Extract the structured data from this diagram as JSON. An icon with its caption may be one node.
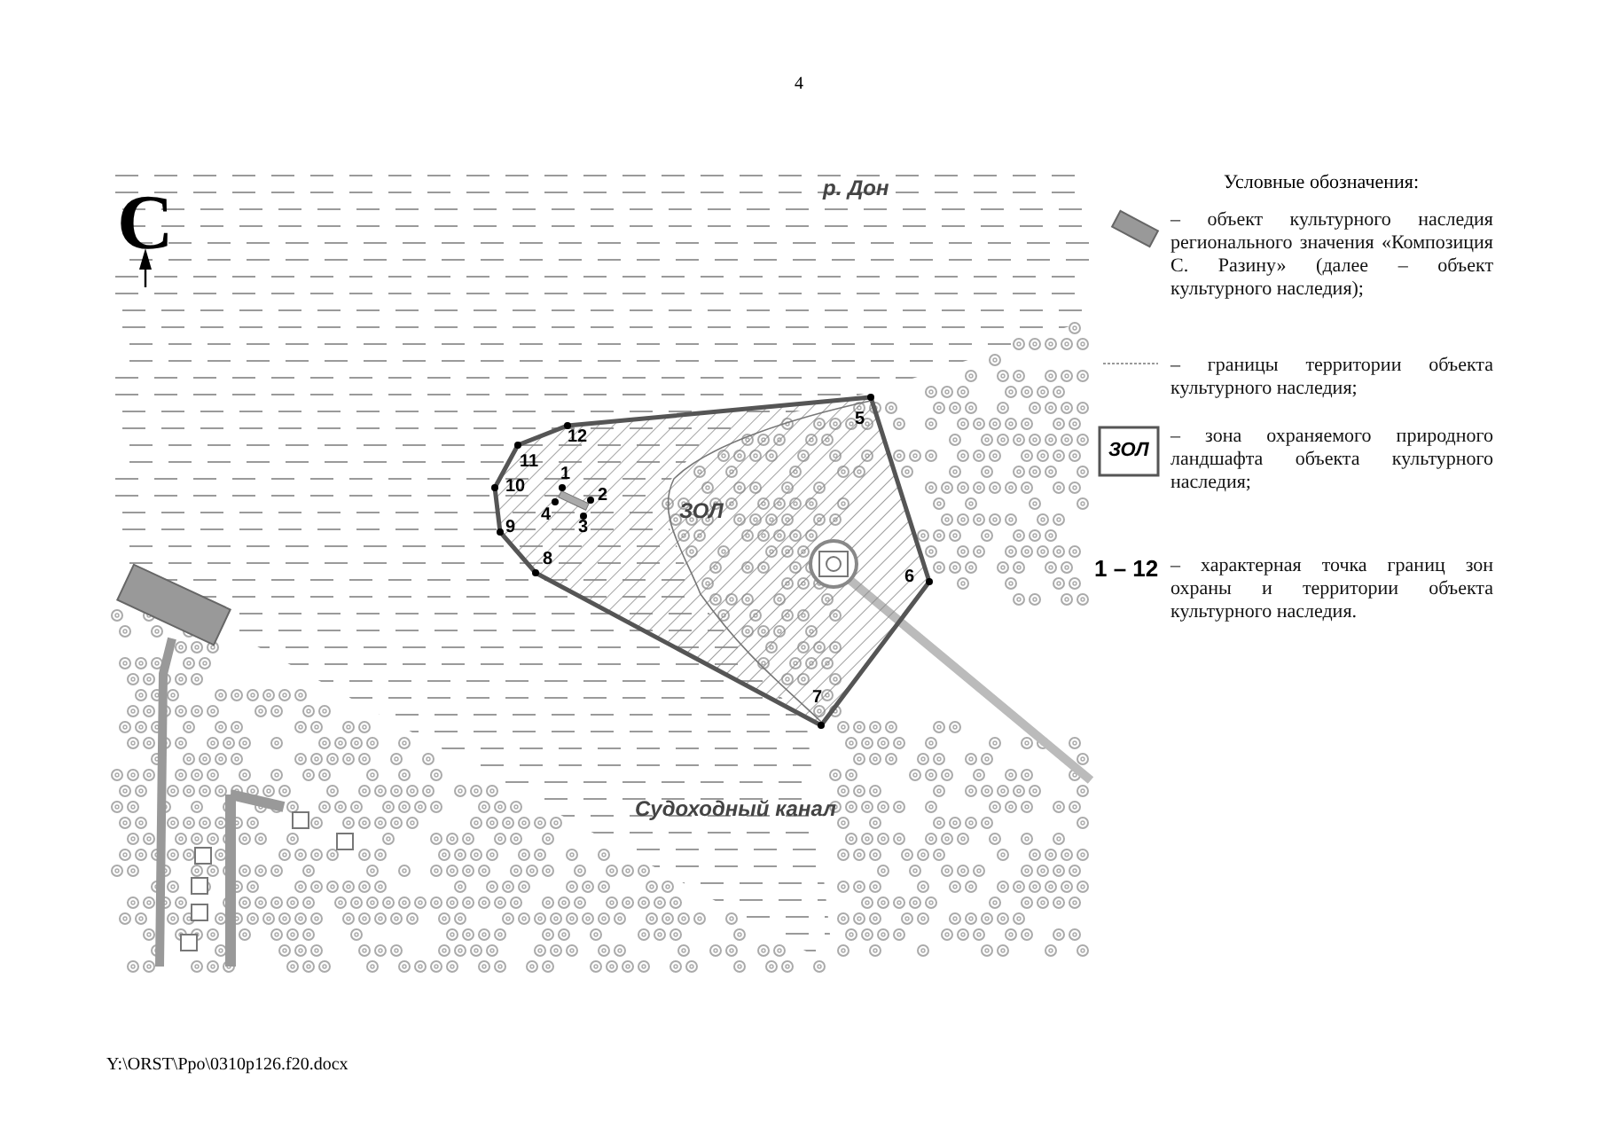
{
  "diagram": {
    "labels": [
      "4",
      "С",
      "р. Дон",
      "ЗОЛ",
      "1",
      "2",
      "3",
      "4",
      "5",
      "6",
      "7",
      "8",
      "9",
      "10",
      "11",
      "12",
      "Судоходный канал",
      "Условные обозначения:",
      "ЗОЛ",
      "1 – 12",
      "Y:\\ORST\\Ppo\\0310p126.f20.docx"
    ],
    "legend": [
      {
        "text": "– объект культурного наследия регионального значения «Композиция С. Разину» (далее – объект культурного наследия);"
      },
      {
        "text": "– границы территории объекта культурного наследия;"
      },
      {
        "text": "– зона охраняемого природного ландшафта объекта культурного наследия;"
      },
      {
        "text": "– характерная точка границ зон охраны и территории объекта культурного наследия."
      }
    ]
  }
}
